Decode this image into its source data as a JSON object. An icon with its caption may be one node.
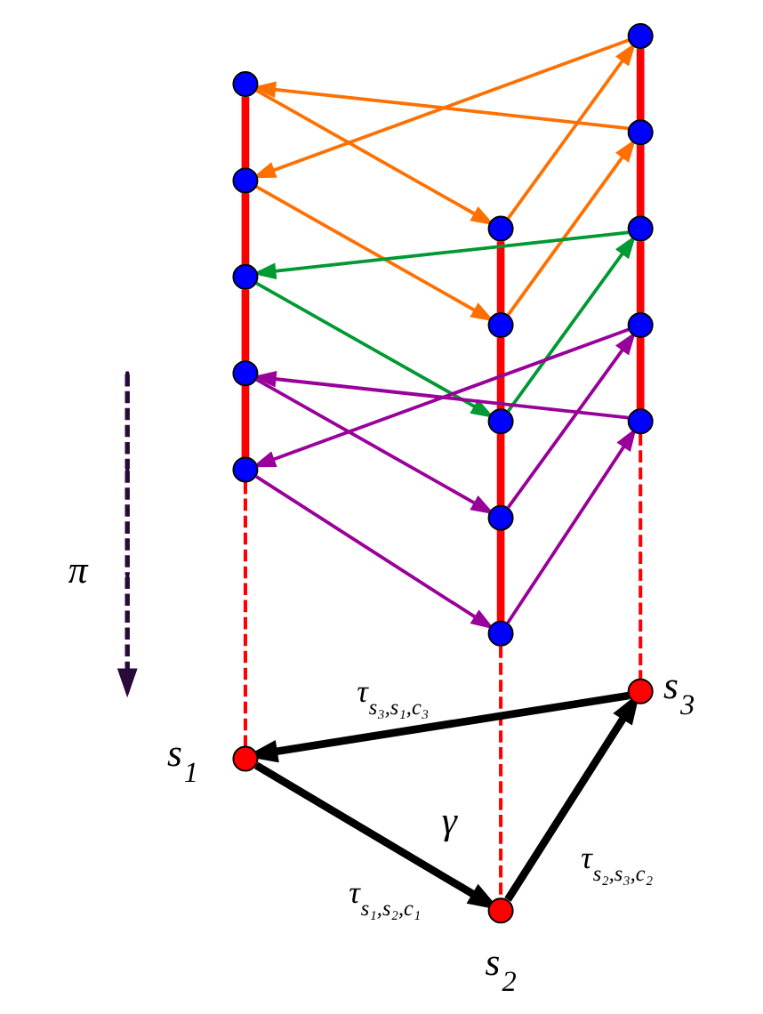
{
  "diagram": {
    "nodes": [
      {
        "text": [],
        "shape": "circle"
      },
      {
        "text": [],
        "shape": "circle"
      },
      {
        "text": [],
        "shape": "circle"
      },
      {
        "text": [],
        "shape": "circle"
      },
      {
        "text": [],
        "shape": "circle"
      },
      {
        "text": [],
        "shape": "circle"
      },
      {
        "text": [],
        "shape": "circle"
      },
      {
        "text": [],
        "shape": "circle"
      },
      {
        "text": [],
        "shape": "circle"
      },
      {
        "text": [],
        "shape": "circle"
      },
      {
        "text": [],
        "shape": "circle"
      },
      {
        "text": [],
        "shape": "circle"
      },
      {
        "text": [],
        "shape": "circle"
      },
      {
        "text": [],
        "shape": "circle"
      },
      {
        "text": [],
        "shape": "circle"
      },
      {
        "text": [],
        "shape": "circle",
        "beside": [
          "s$_{1}$"
        ]
      },
      {
        "text": [],
        "shape": "circle",
        "beside": [
          "s$_{2}$"
        ]
      },
      {
        "text": [],
        "shape": "circle",
        "beside": [
          "s$_{3}$"
        ]
      }
    ],
    "edges": [
      {
        "from": 0,
        "to": 1,
        "arrow": "none",
        "style": "thick",
        "color": "#ff0000"
      },
      {
        "from": 1,
        "to": 2,
        "arrow": "none",
        "style": "thick",
        "color": "#ff0000"
      },
      {
        "from": 2,
        "to": 3,
        "arrow": "none",
        "style": "thick",
        "color": "#ff0000"
      },
      {
        "from": 3,
        "to": 4,
        "arrow": "none",
        "style": "thick",
        "color": "#ff0000"
      },
      {
        "from": 5,
        "to": 6,
        "arrow": "none",
        "style": "thick",
        "color": "#ff0000"
      },
      {
        "from": 6,
        "to": 7,
        "arrow": "none",
        "style": "thick",
        "color": "#ff0000"
      },
      {
        "from": 7,
        "to": 8,
        "arrow": "none",
        "style": "thick",
        "color": "#ff0000"
      },
      {
        "from": 8,
        "to": 9,
        "arrow": "none",
        "style": "thick",
        "color": "#ff0000"
      },
      {
        "from": 10,
        "to": 11,
        "arrow": "none",
        "style": "thick",
        "color": "#ff0000"
      },
      {
        "from": 11,
        "to": 12,
        "arrow": "none",
        "style": "thick",
        "color": "#ff0000"
      },
      {
        "from": 12,
        "to": 13,
        "arrow": "none",
        "style": "thick",
        "color": "#ff0000"
      },
      {
        "from": 13,
        "to": 14,
        "arrow": "none",
        "style": "thick",
        "color": "#ff0000"
      },
      {
        "from": 4,
        "to": 15,
        "arrow": "none",
        "style": "dashed",
        "color": "#ff0000"
      },
      {
        "from": 9,
        "to": 16,
        "arrow": "none",
        "style": "dashed",
        "color": "#ff0000"
      },
      {
        "from": 14,
        "to": 17,
        "arrow": "none",
        "style": "dashed",
        "color": "#ff0000"
      },
      {
        "from": 11,
        "to": 0,
        "arrow": "to",
        "color": "#ff7000"
      },
      {
        "from": 10,
        "to": 1,
        "arrow": "to",
        "color": "#ff7000"
      },
      {
        "from": 0,
        "to": 5,
        "arrow": "to",
        "color": "#ff7000"
      },
      {
        "from": 1,
        "to": 6,
        "arrow": "to",
        "color": "#ff7000"
      },
      {
        "from": 5,
        "to": 10,
        "arrow": "to",
        "color": "#ff7000"
      },
      {
        "from": 6,
        "to": 11,
        "arrow": "to",
        "color": "#ff7000"
      },
      {
        "from": 12,
        "to": 2,
        "arrow": "to",
        "color": "#009933"
      },
      {
        "from": 2,
        "to": 7,
        "arrow": "to",
        "color": "#009933"
      },
      {
        "from": 7,
        "to": 12,
        "arrow": "to",
        "color": "#009933"
      },
      {
        "from": 14,
        "to": 3,
        "arrow": "to",
        "color": "#990099"
      },
      {
        "from": 13,
        "to": 4,
        "arrow": "to",
        "color": "#990099"
      },
      {
        "from": 3,
        "to": 8,
        "arrow": "to",
        "color": "#990099"
      },
      {
        "from": 4,
        "to": 9,
        "arrow": "to",
        "color": "#990099"
      },
      {
        "from": 8,
        "to": 13,
        "arrow": "to",
        "color": "#990099"
      },
      {
        "from": 9,
        "to": 14,
        "arrow": "to",
        "color": "#990099"
      },
      {
        "from": 17,
        "to": 15,
        "arrow": "to",
        "style": "thick",
        "color": "#000000",
        "label": "τ$_{s₃,s₁,c₃}$"
      },
      {
        "from": 15,
        "to": 16,
        "arrow": "to",
        "style": "thick",
        "color": "#000000",
        "label": "τ$_{s₁,s₂,c₁}$"
      },
      {
        "from": 16,
        "to": 17,
        "arrow": "to",
        "style": "thick",
        "color": "#000000",
        "label": "τ$_{s₂,s₃,c₂}$"
      }
    ],
    "labels": [
      "π",
      "γ"
    ]
  }
}
